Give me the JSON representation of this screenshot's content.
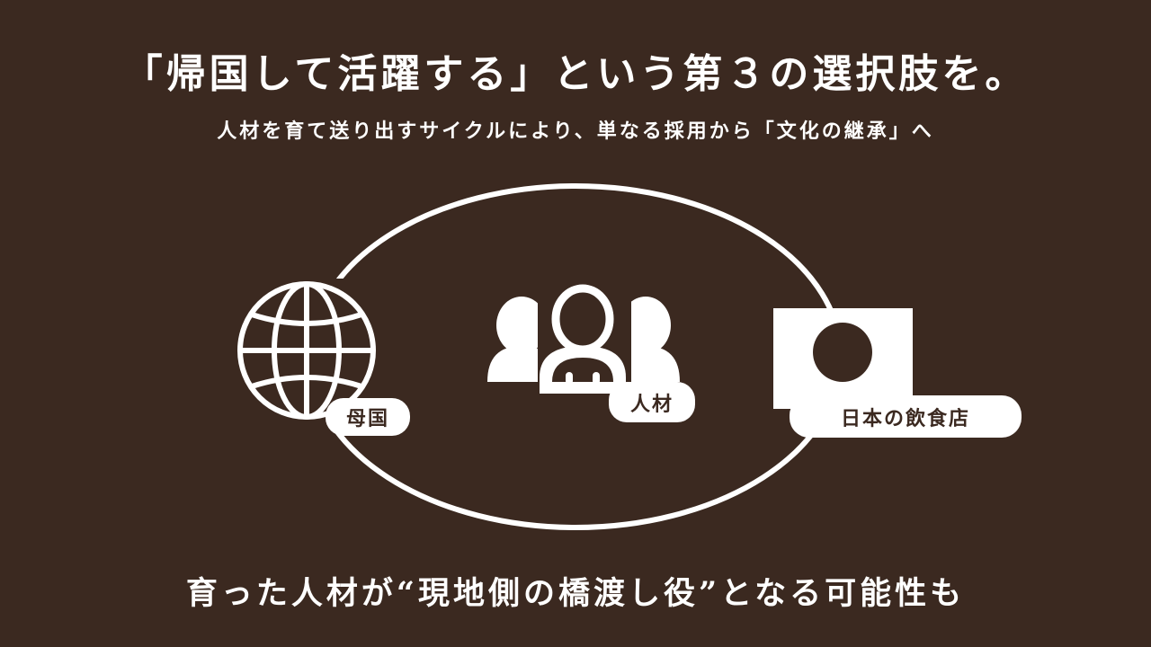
{
  "title": "「帰国して活躍する」という第３の選択肢を。",
  "subtitle": "人材を育て送り出すサイクルにより、単なる採用から「文化の継承」へ",
  "nodes": {
    "home_country": "母国",
    "talent": "人材",
    "japan_restaurant": "日本の飲食店"
  },
  "bottom_text": "育った人材が“現地側の橋渡し役”となる可能性も",
  "colors": {
    "background": "#3b2920",
    "foreground": "#ffffff"
  }
}
